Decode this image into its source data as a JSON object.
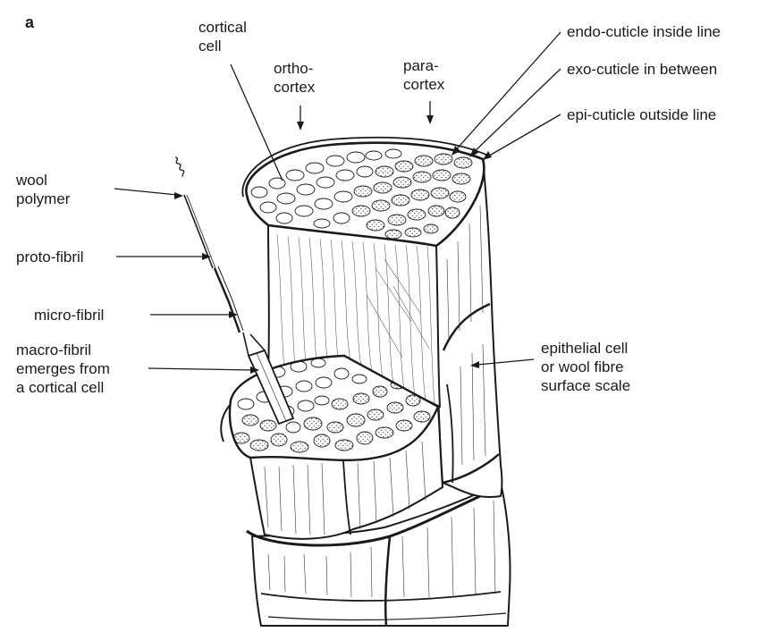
{
  "figure": {
    "panel_label": "a",
    "labels": {
      "cortical_cell": [
        "cortical",
        "cell"
      ],
      "ortho_cortex": [
        "ortho-",
        "cortex"
      ],
      "para_cortex": [
        "para-",
        "cortex"
      ],
      "endo_cuticle": "endo-cuticle inside line",
      "exo_cuticle": "exo-cuticle in between",
      "epi_cuticle": "epi-cuticle outside line",
      "wool_polymer": [
        "wool",
        "polymer"
      ],
      "proto_fibril": "proto-fibril",
      "micro_fibril": "micro-fibril",
      "macro_fibril": [
        "macro-fibril",
        "emerges from",
        "a cortical cell"
      ],
      "epithelial_cell": [
        "epithelial cell",
        "or wool fibre",
        "surface scale"
      ]
    }
  }
}
